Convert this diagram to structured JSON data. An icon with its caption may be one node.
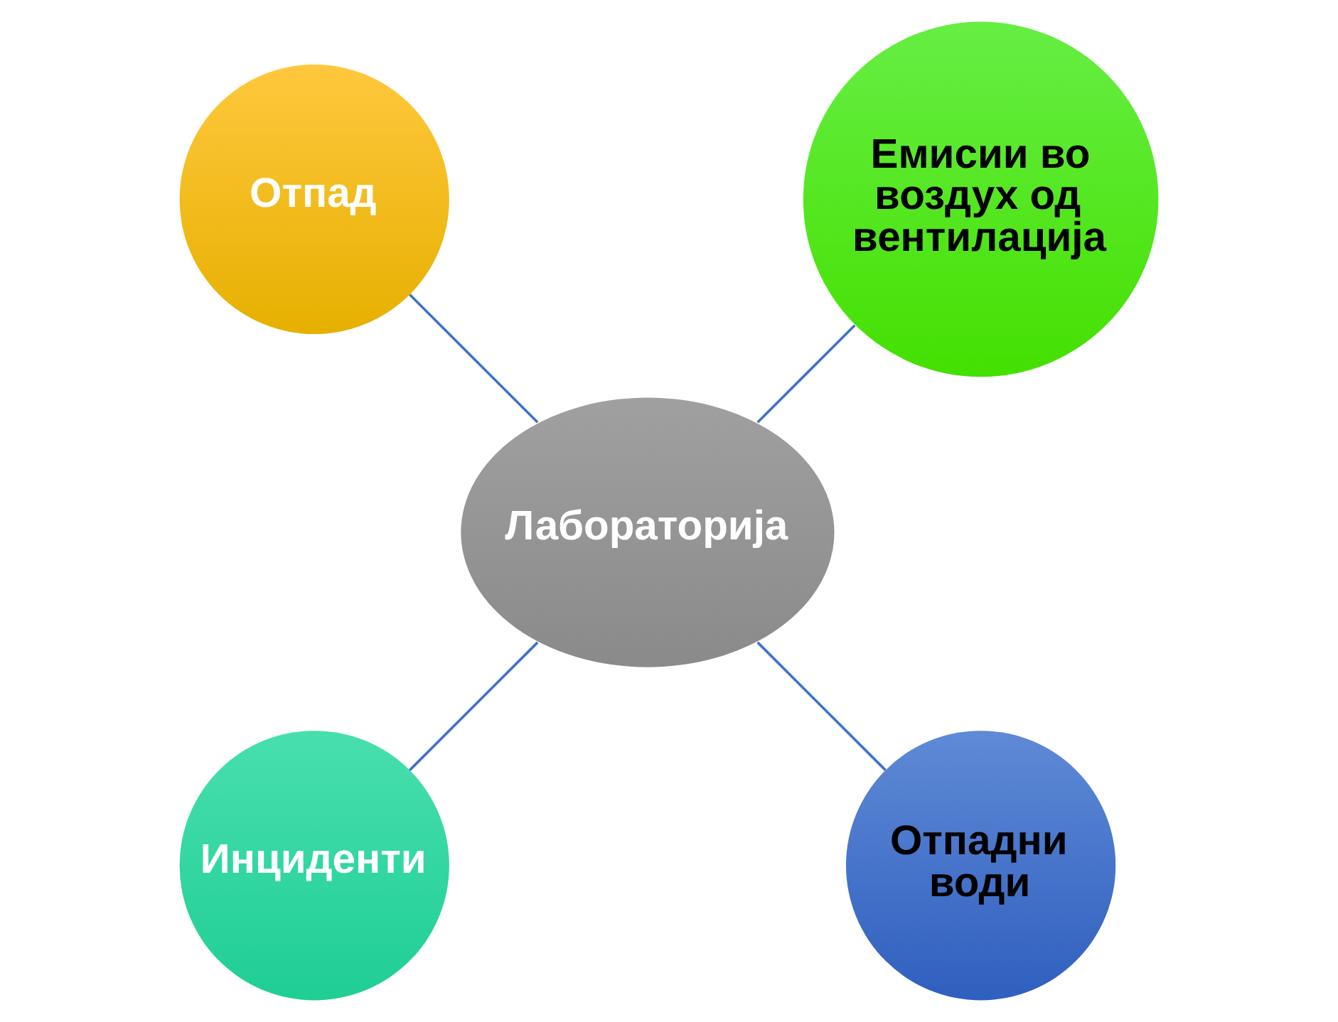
{
  "diagram": {
    "nodes": [
      {
        "text": [
          "Лабораторија"
        ]
      },
      {
        "text": [
          "Емисии во воздух од вентилација"
        ]
      },
      {
        "text": [
          "Отпад"
        ]
      },
      {
        "text": [
          "Инциденти"
        ]
      },
      {
        "text": [
          "Отпадни води"
        ]
      }
    ],
    "edges": [
      {
        "from": 0,
        "to": 2,
        "arrow": "none"
      },
      {
        "from": 0,
        "to": 4,
        "arrow": "none"
      },
      {
        "from": 0,
        "to": 3,
        "arrow": "none"
      },
      {
        "from": 0,
        "to": 1,
        "arrow": "none"
      }
    ]
  }
}
